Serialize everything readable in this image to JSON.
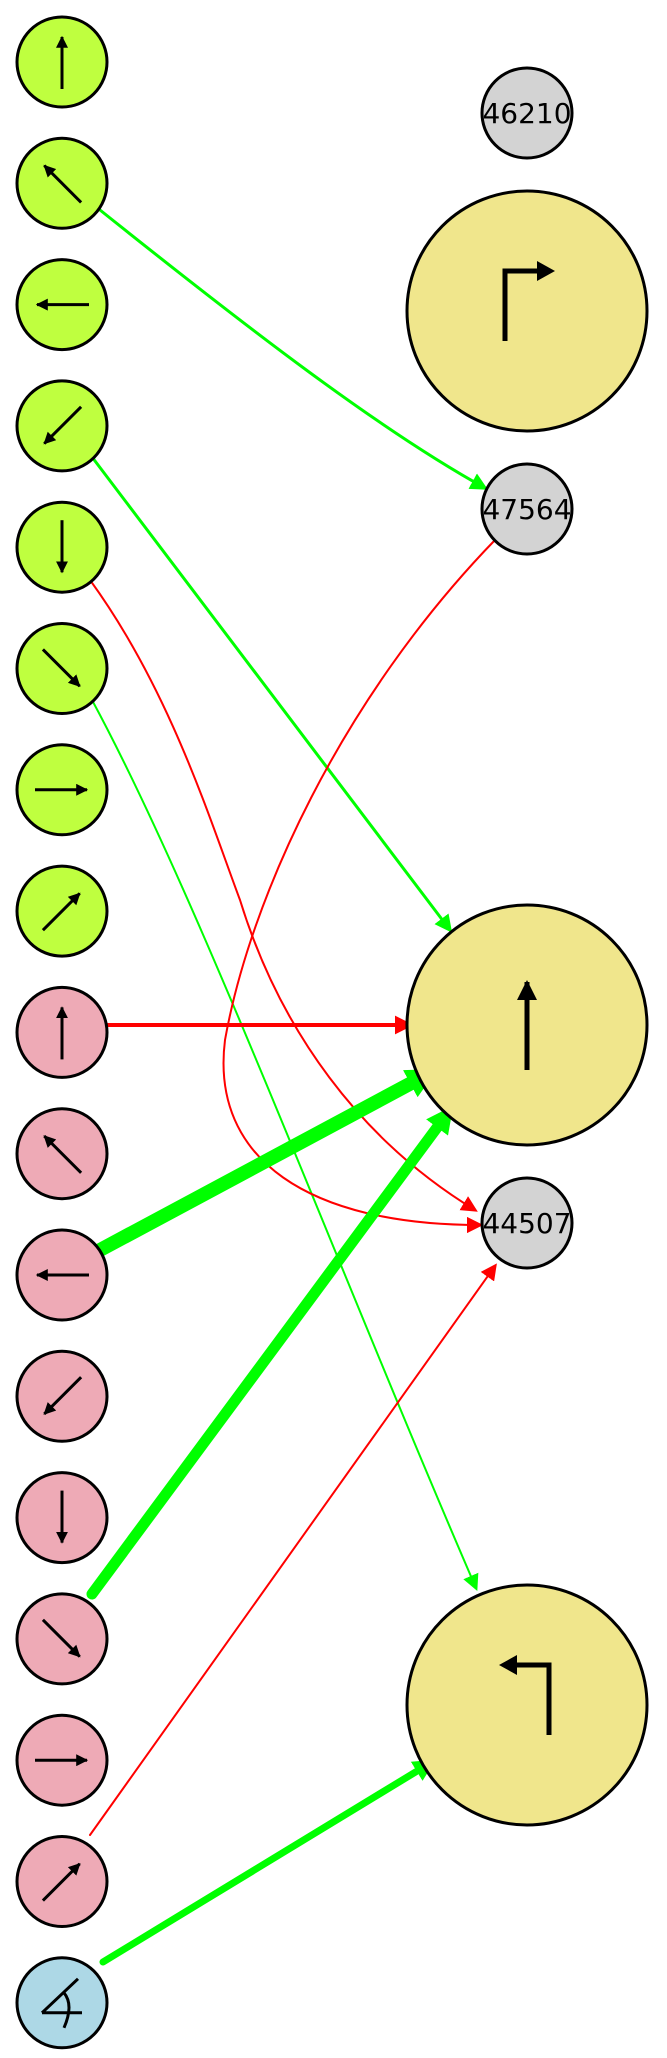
{
  "colors": {
    "green_node": "#bfff3f",
    "pink_node": "#eeaab6",
    "blue_node": "#add8e6",
    "yellow_node": "#f0e68c",
    "gray_node": "#d3d3d3",
    "positive_edge": "#00ff00",
    "negative_edge": "#ff0000",
    "stroke": "#000000"
  },
  "input_nodes": [
    {
      "id": "g-up",
      "group": "green",
      "icon": "arrow-up-icon",
      "angle": 0
    },
    {
      "id": "g-upleft",
      "group": "green",
      "icon": "arrow-up-left-icon",
      "angle": -45
    },
    {
      "id": "g-left",
      "group": "green",
      "icon": "arrow-left-icon",
      "angle": -90
    },
    {
      "id": "g-downleft",
      "group": "green",
      "icon": "arrow-down-left-icon",
      "angle": -135
    },
    {
      "id": "g-down",
      "group": "green",
      "icon": "arrow-down-icon",
      "angle": 180
    },
    {
      "id": "g-downright",
      "group": "green",
      "icon": "arrow-down-right-icon",
      "angle": 135
    },
    {
      "id": "g-right",
      "group": "green",
      "icon": "arrow-right-icon",
      "angle": 90
    },
    {
      "id": "g-upright",
      "group": "green",
      "icon": "arrow-up-right-icon",
      "angle": 45
    },
    {
      "id": "p-up",
      "group": "pink",
      "icon": "arrow-up-icon",
      "angle": 0
    },
    {
      "id": "p-upleft",
      "group": "pink",
      "icon": "arrow-up-left-icon",
      "angle": -45
    },
    {
      "id": "p-left",
      "group": "pink",
      "icon": "arrow-left-icon",
      "angle": -90
    },
    {
      "id": "p-downleft",
      "group": "pink",
      "icon": "arrow-down-left-icon",
      "angle": -135
    },
    {
      "id": "p-down",
      "group": "pink",
      "icon": "arrow-down-icon",
      "angle": 180
    },
    {
      "id": "p-downright",
      "group": "pink",
      "icon": "arrow-down-right-icon",
      "angle": 135
    },
    {
      "id": "p-right",
      "group": "pink",
      "icon": "arrow-right-icon",
      "angle": 90
    },
    {
      "id": "p-upright",
      "group": "pink",
      "icon": "arrow-up-right-icon",
      "angle": 45
    },
    {
      "id": "b-angle",
      "group": "blue",
      "icon": "angle-icon",
      "angle": 0
    }
  ],
  "output_nodes": [
    {
      "id": "n46210",
      "kind": "gray",
      "label": "46210"
    },
    {
      "id": "turn-right",
      "kind": "yellow",
      "icon": "turn-right-icon"
    },
    {
      "id": "n47564",
      "kind": "gray",
      "label": "47564"
    },
    {
      "id": "forward",
      "kind": "yellow",
      "icon": "arrow-up-icon"
    },
    {
      "id": "n44507",
      "kind": "gray",
      "label": "44507"
    },
    {
      "id": "turn-left",
      "kind": "yellow",
      "icon": "turn-left-icon"
    }
  ],
  "edges": [
    {
      "from": "g-upleft",
      "to": "n47564",
      "sign": "positive",
      "weight": 3
    },
    {
      "from": "g-downleft",
      "to": "forward",
      "sign": "positive",
      "weight": 3
    },
    {
      "from": "g-down",
      "to": "n44507",
      "sign": "negative",
      "weight": 2
    },
    {
      "from": "g-downright",
      "to": "turn-left",
      "sign": "positive",
      "weight": 2
    },
    {
      "from": "n47564",
      "to": "n44507",
      "sign": "negative",
      "weight": 2
    },
    {
      "from": "p-up",
      "to": "forward",
      "sign": "negative",
      "weight": 4
    },
    {
      "from": "p-left",
      "to": "forward",
      "sign": "positive",
      "weight": 14
    },
    {
      "from": "p-downright",
      "to": "forward",
      "sign": "positive",
      "weight": 11
    },
    {
      "from": "p-upright",
      "to": "n44507",
      "sign": "negative",
      "weight": 2
    },
    {
      "from": "b-angle",
      "to": "turn-left",
      "sign": "positive",
      "weight": 7
    }
  ]
}
